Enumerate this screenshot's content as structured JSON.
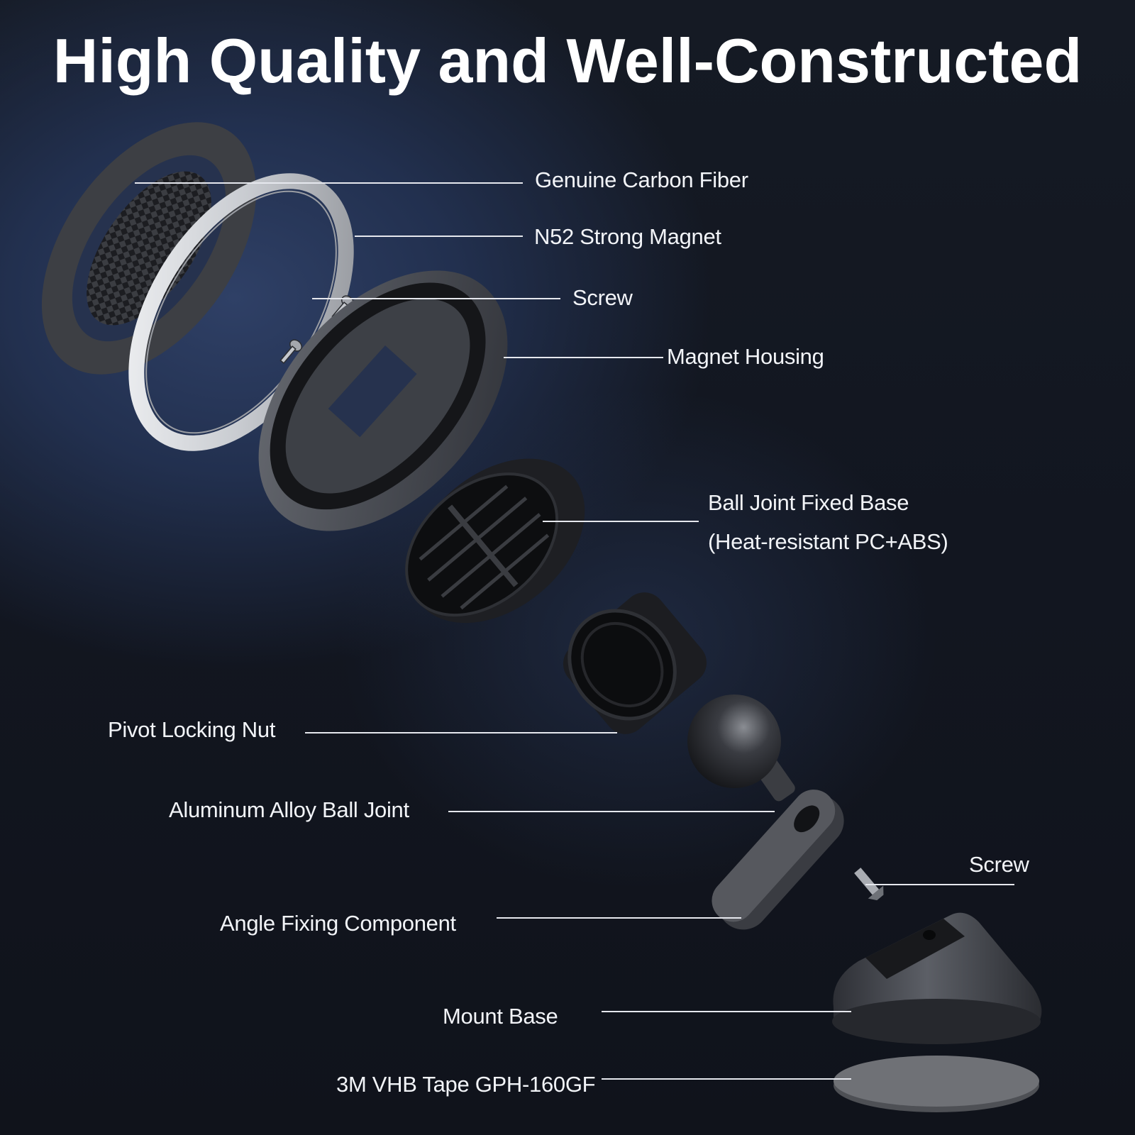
{
  "title": "High Quality and Well-Constructed",
  "colors": {
    "background_top_left": "#2f4066",
    "background_dark": "#11141c",
    "text": "#ffffff",
    "leader_line": "#e6e8ee",
    "metal_dark": "#4a4d54",
    "metal_light": "#d8dade",
    "plastic_black": "#1b1c20"
  },
  "components": [
    {
      "id": "carbon-fiber",
      "label": "Genuine Carbon Fiber"
    },
    {
      "id": "magnet",
      "label": "N52 Strong Magnet"
    },
    {
      "id": "screw-top",
      "label": "Screw"
    },
    {
      "id": "magnet-housing",
      "label": "Magnet Housing"
    },
    {
      "id": "ball-joint-base",
      "label": "Ball Joint Fixed Base",
      "sublabel": "(Heat-resistant PC+ABS)"
    },
    {
      "id": "pivot-nut",
      "label": "Pivot Locking Nut"
    },
    {
      "id": "ball-joint",
      "label": "Aluminum Alloy Ball Joint"
    },
    {
      "id": "screw-bottom",
      "label": "Screw"
    },
    {
      "id": "angle-fixing",
      "label": "Angle Fixing Component"
    },
    {
      "id": "mount-base",
      "label": "Mount Base"
    },
    {
      "id": "vhb-tape",
      "label": "3M VHB Tape GPH-160GF"
    }
  ]
}
